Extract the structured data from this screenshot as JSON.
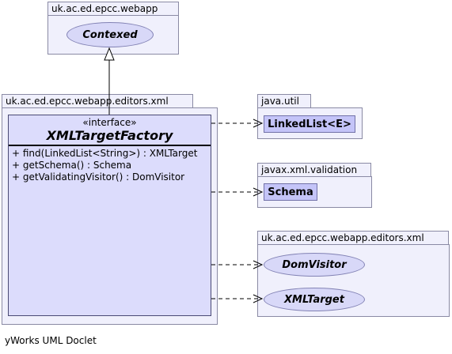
{
  "packages": {
    "webapp": {
      "name": "uk.ac.ed.epcc.webapp",
      "classes": [
        "Contexed"
      ]
    },
    "editors": {
      "name": "uk.ac.ed.epcc.webapp.editors.xml"
    },
    "java_util": {
      "name": "java.util",
      "classes": [
        "LinkedList<E>"
      ]
    },
    "validation": {
      "name": "javax.xml.validation",
      "classes": [
        "Schema"
      ]
    },
    "editors_ext": {
      "name": "uk.ac.ed.epcc.webapp.editors.xml",
      "classes": [
        "DomVisitor",
        "XMLTarget"
      ]
    }
  },
  "interface": {
    "stereotype": "«interface»",
    "name": "XMLTargetFactory",
    "operations": [
      "+ find(LinkedList<String>) : XMLTarget",
      "+ getSchema() : Schema",
      "+ getValidatingVisitor() : DomVisitor"
    ]
  },
  "footer": "yWorks UML Doclet"
}
